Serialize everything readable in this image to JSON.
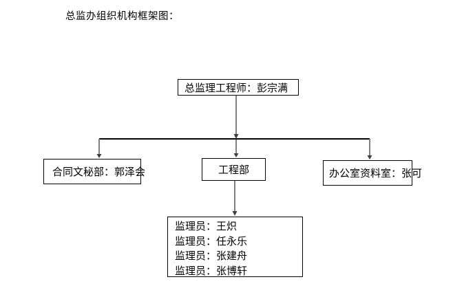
{
  "page": {
    "title": "总监办组织机构框架图："
  },
  "org_chart": {
    "root": {
      "label": "总监理工程师：彭宗满"
    },
    "level2": [
      {
        "label": "合同文秘部：郭泽会"
      },
      {
        "label": "工程部"
      },
      {
        "label": "办公室资料室：张可"
      }
    ],
    "level3": {
      "lines": [
        "监理员：王炽",
        "监理员：任永乐",
        "监理员：张建舟",
        "监理员：张博轩"
      ]
    }
  },
  "colors": {
    "background": "#ffffff",
    "text": "#000000",
    "box_border": "#000000",
    "branch_line": "#000000",
    "connector_line": "#808080",
    "connector_arrowhead": "#404040"
  }
}
